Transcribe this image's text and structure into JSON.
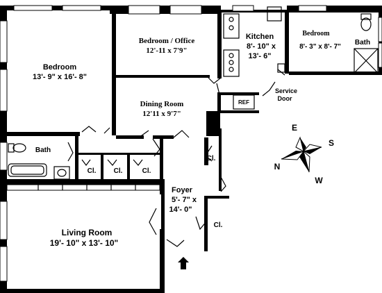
{
  "rooms": {
    "bedroom_left": {
      "name": "Bedroom",
      "dims": "13'- 9\" x 16'- 8\""
    },
    "bedroom_office": {
      "name": "Bedroom / Office",
      "dims": "12'-11 x 7'9\""
    },
    "dining": {
      "name": "Dining Room",
      "dims": "12'11 x 9'7\""
    },
    "kitchen": {
      "name": "Kitchen",
      "dims_1": "8'- 10\" x",
      "dims_2": "13'- 6\""
    },
    "bedroom_right": {
      "name": "Bedroom",
      "dims": "8'- 3\" x 8'- 7\""
    },
    "bath_right": {
      "name": "Bath"
    },
    "bath_left": {
      "name": "Bath"
    },
    "closets": [
      "Cl.",
      "Cl.",
      "Cl.",
      "Cl.",
      "Cl."
    ],
    "foyer": {
      "name": "Foyer",
      "dims_1": "5'- 7\" x",
      "dims_2": "14'- 0\""
    },
    "living": {
      "name": "Living Room",
      "dims": "19'- 10\" x 13'- 10\""
    }
  },
  "fixtures": {
    "ref": "REF",
    "service_door_1": "Service",
    "service_door_2": "Door"
  },
  "compass": {
    "e": "E",
    "s": "S",
    "w": "W",
    "n": "N"
  }
}
